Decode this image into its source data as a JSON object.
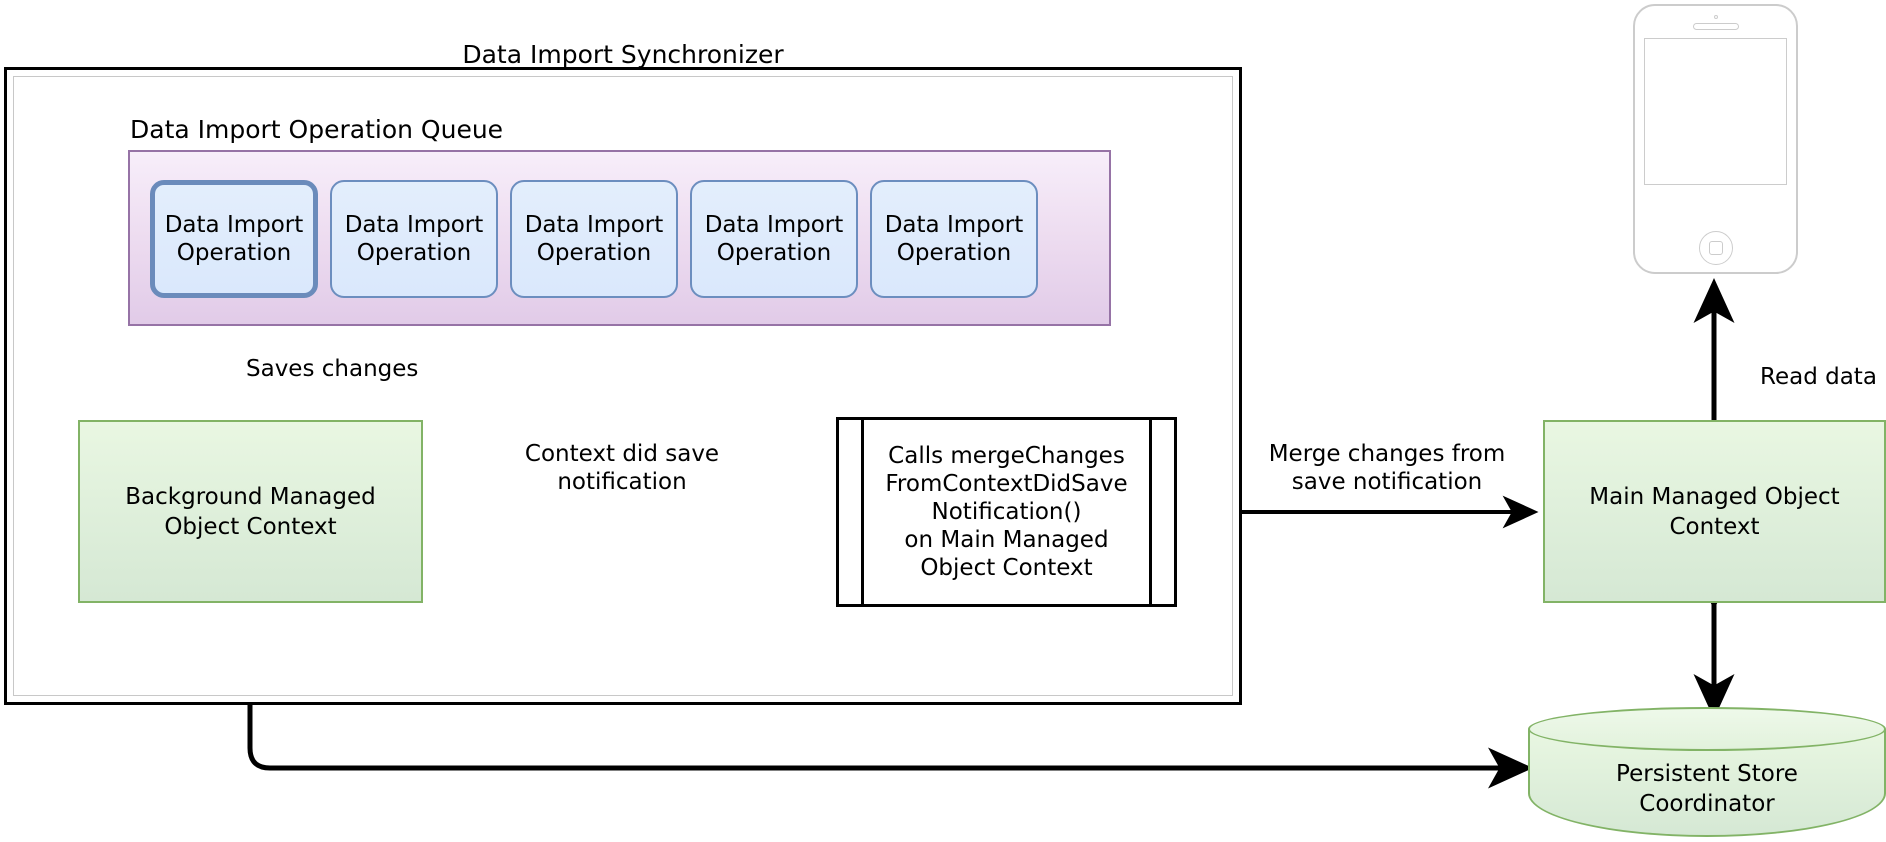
{
  "diagram": {
    "title": "Data Import Synchronizer",
    "queue": {
      "title": "Data Import Operation Queue",
      "operations": [
        {
          "label": "Data Import\nOperation",
          "active": true
        },
        {
          "label": "Data Import\nOperation",
          "active": false
        },
        {
          "label": "Data Import\nOperation",
          "active": false
        },
        {
          "label": "Data Import\nOperation",
          "active": false
        },
        {
          "label": "Data Import\nOperation",
          "active": false
        }
      ]
    },
    "nodes": {
      "background_context": "Background Managed\nObject Context",
      "main_context": "Main Managed Object\nContext",
      "persistent_store": "Persistent Store\nCoordinator",
      "process": {
        "line1": "Calls mergeChanges",
        "line2": "FromContextDidSave",
        "line3": "Notification()",
        "line4": "on Main Managed",
        "line5": "Object Context"
      },
      "device": "iphone-device"
    },
    "edges": {
      "saves_changes": "Saves changes",
      "context_did_save": "Context did save\nnotification",
      "merge_changes": "Merge changes from\nsave notification",
      "read_data": "Read data"
    },
    "colors": {
      "queue_border": "#9673a6",
      "queue_fill": "#e1cbe8",
      "operation_border": "#6c8ebf",
      "operation_fill": "#dae8fc",
      "context_border": "#82b366",
      "context_fill": "#d5e8d4",
      "frame_border": "#000000",
      "device_outline": "#cccccc"
    }
  }
}
